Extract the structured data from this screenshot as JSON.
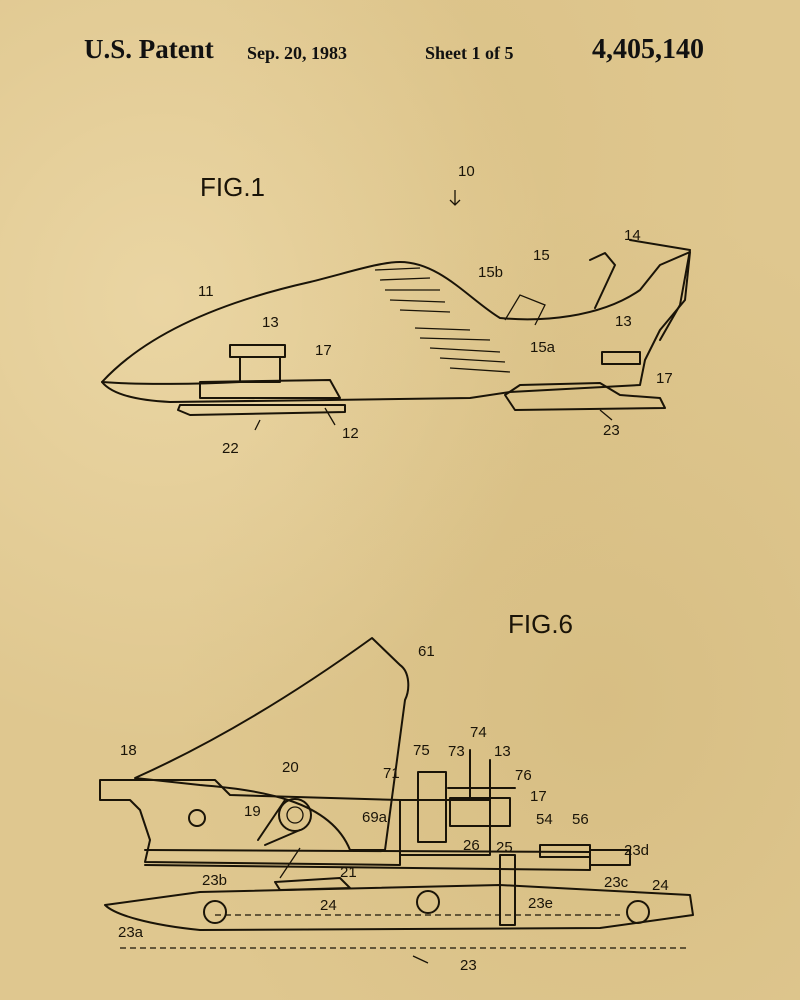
{
  "header": {
    "title": "U.S. Patent",
    "date": "Sep. 20, 1983",
    "sheet": "Sheet 1 of 5",
    "patent_number": "4,405,140"
  },
  "figure1": {
    "title": "FIG.1",
    "labels": [
      "10",
      "11",
      "13",
      "13",
      "14",
      "15",
      "15b",
      "15a",
      "17",
      "17",
      "12",
      "22",
      "23"
    ]
  },
  "figure6": {
    "title": "FIG.6",
    "labels": [
      "61",
      "18",
      "20",
      "19",
      "71",
      "75",
      "73",
      "74",
      "13",
      "76",
      "17",
      "69a",
      "26",
      "25",
      "54",
      "56",
      "23d",
      "21",
      "23b",
      "24",
      "23e",
      "23c",
      "24",
      "23a",
      "23"
    ]
  },
  "colors": {
    "paper": "#dfc78f",
    "ink": "#1a1408"
  }
}
